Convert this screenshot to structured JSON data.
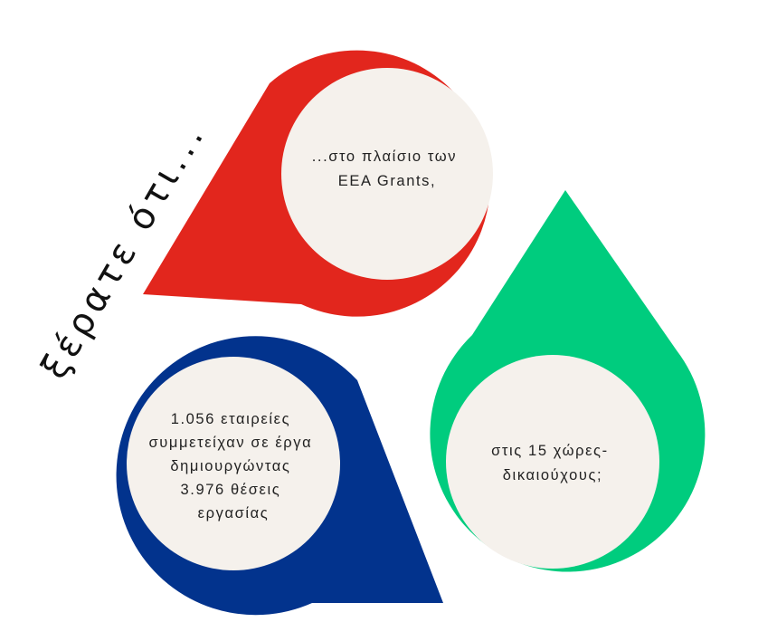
{
  "intro": "ξέρατε ότι...",
  "drops": [
    {
      "color": "#e2261d",
      "lines": [
        "...στο πλαίσιο των",
        "EEA Grants,"
      ]
    },
    {
      "color": "#00cc7e",
      "lines": [
        "στις 15 χώρες-",
        "δικαιούχους;"
      ]
    },
    {
      "color": "#02338d",
      "lines": [
        "1.056 εταιρείες",
        "συμμετείχαν σε έργα",
        "δημιουργώντας",
        "3.976 θέσεις",
        "εργασίας"
      ]
    }
  ],
  "inner_circle_color": "#f5f1ec"
}
